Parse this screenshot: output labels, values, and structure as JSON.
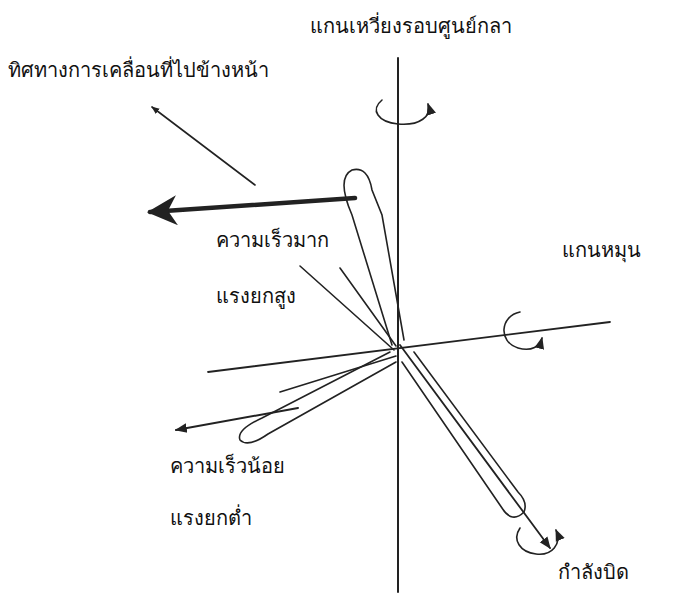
{
  "diagram": {
    "labels": [
      "แกนเหวี่ยงรอบศูนย์กลา",
      "ทิศทางการเคลื่อนที่ไปข้างหน้า",
      "ความเร็วมาก",
      "แรงยกสูง",
      "แกนหมุน",
      "ความเร็วน้อย",
      "แรงยกต่ำ",
      "กำลังบิด"
    ]
  }
}
